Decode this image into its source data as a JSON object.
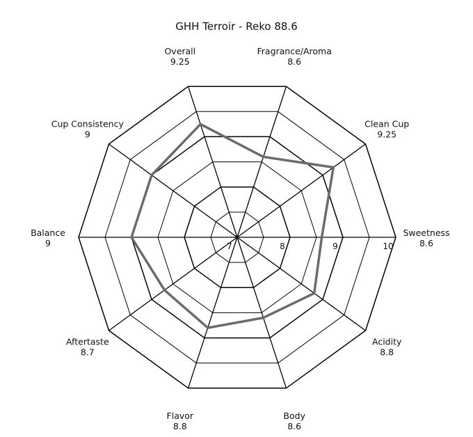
{
  "chart_data": {
    "type": "radar",
    "title": "GHH Terroir - Reko 88.6",
    "categories": [
      "Sweetness",
      "Clean Cup",
      "Fragrance/Aroma",
      "Overall",
      "Cup Consistency",
      "Balance",
      "Aftertaste",
      "Flavor",
      "Body",
      "Acidity"
    ],
    "values": [
      8.6,
      9.25,
      8.6,
      9.25,
      9,
      9,
      8.7,
      8.8,
      8.6,
      8.8
    ],
    "value_labels": [
      "8.6",
      "9.25",
      "8.6",
      "9.25",
      "9",
      "9",
      "8.7",
      "8.8",
      "8.6",
      "8.8"
    ],
    "rmin": 7,
    "rmax": 10,
    "ticks": [
      7,
      8,
      9,
      10
    ],
    "tick_labels": [
      "7",
      "8",
      "9",
      "10"
    ],
    "series_color": "#6b6b6b",
    "grid_color": "#000000",
    "grid": true,
    "legend": "none"
  }
}
